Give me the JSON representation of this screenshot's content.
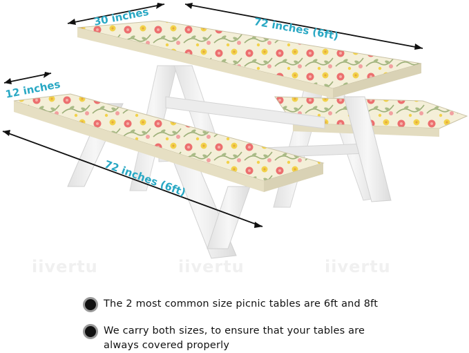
{
  "dimensions": {
    "table_width": "30 inches",
    "table_length": "72 inches (6ft)",
    "bench_width": "12 inches",
    "bench_length": "72 inches (6ft)"
  },
  "watermark": "iivertu",
  "bullets": [
    {
      "text": "The 2 most common size picnic tables are 6ft and 8ft"
    },
    {
      "text": "We carry both sizes, to ensure that your tables are always covered properly"
    }
  ],
  "colors": {
    "dimension_text": "#29a8c4",
    "table_wood": "#f1f1f1",
    "cover_base": "#f4efd8",
    "flower_red": "#ec6f6f",
    "flower_yellow": "#f2d24a",
    "leaf_green": "#9db07a"
  }
}
